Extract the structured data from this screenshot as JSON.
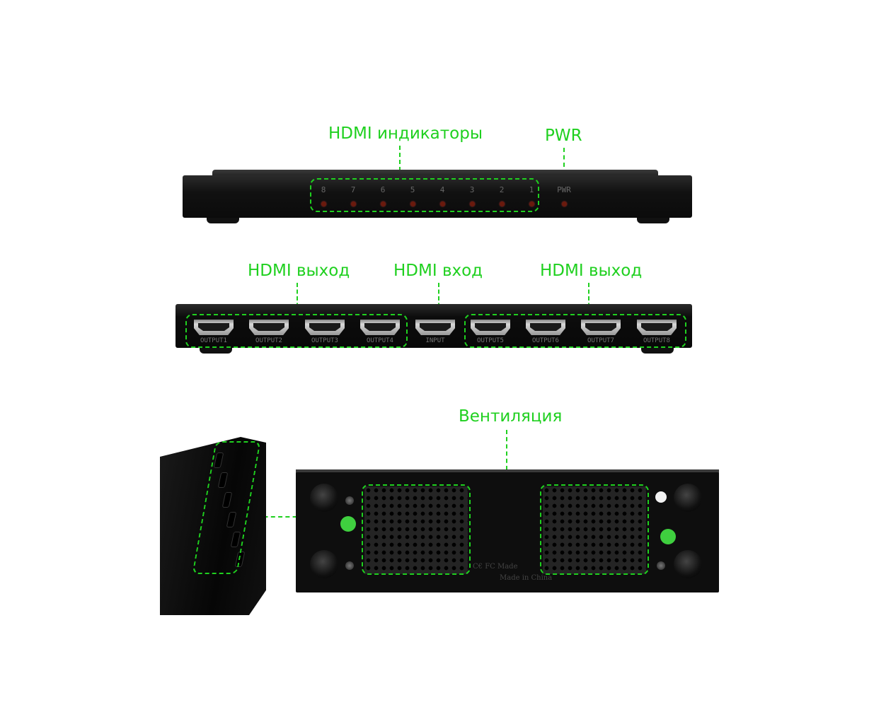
{
  "labels": {
    "hdmi_indicators": "HDMI индикаторы",
    "pwr": "PWR",
    "hdmi_out_left": "HDMI выход",
    "hdmi_in": "HDMI вход",
    "hdmi_out_right": "HDMI выход",
    "ventilation": "Вентиляция"
  },
  "front_panel": {
    "indicators": [
      "8",
      "7",
      "6",
      "5",
      "4",
      "3",
      "2",
      "1"
    ],
    "power_label": "PWR"
  },
  "port_panel": {
    "ports": [
      "OUTPUT1",
      "OUTPUT2",
      "OUTPUT3",
      "OUTPUT4",
      "INPUT",
      "OUTPUT5",
      "OUTPUT6",
      "OUTPUT7",
      "OUTPUT8"
    ]
  },
  "bottom_panel": {
    "certification_marks": "C€ FC Made",
    "origin": "Made in China"
  },
  "colors": {
    "annotation": "#1fd01f",
    "device": "#0e0e0e"
  }
}
